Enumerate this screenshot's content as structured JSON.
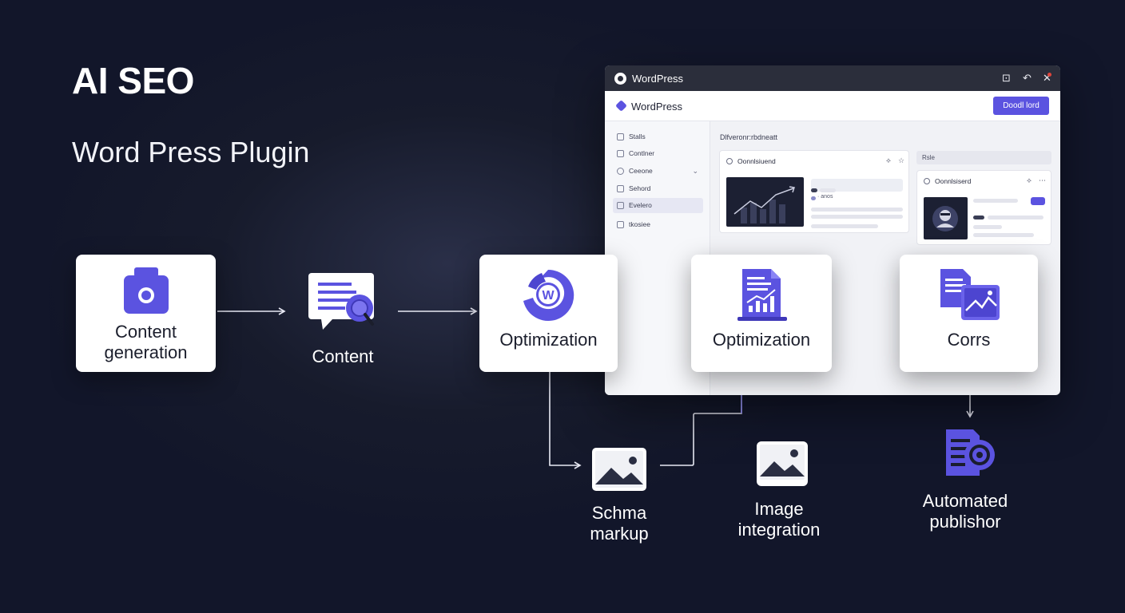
{
  "header": {
    "title": "AI SEO",
    "subtitle": "Word Press Plugin"
  },
  "wordpress_window": {
    "titlebar_title": "WordPress",
    "header_title": "WordPress",
    "header_button": "Doodl lord",
    "sidebar_items": [
      {
        "label": "Stalls",
        "active": false
      },
      {
        "label": "Contlner",
        "active": false
      },
      {
        "label": "Ceeone",
        "active": false,
        "has_chevron": true
      },
      {
        "label": "Sehord",
        "active": false
      },
      {
        "label": "Evelero",
        "active": true
      },
      {
        "label": "tkosiee",
        "active": false
      }
    ],
    "main_heading": "Dlfveronr:rbdneatt",
    "card_one_title": "Oonnlsiuend",
    "card_one_row_text": "· anos",
    "side_label": "Rsle",
    "card_two_title": "Oonnlsiserd",
    "chevron_glyph": "⌄",
    "control_glyphs": [
      "⊡",
      "↶",
      "✕"
    ],
    "card_action_glyphs": [
      "⟡",
      "☆",
      "⟡",
      "⋯"
    ]
  },
  "flow": {
    "steps": [
      {
        "label": "Content\ngeneration",
        "icon": "camera-icon"
      },
      {
        "label": "Content",
        "icon": "chat-search-icon"
      },
      {
        "label": "Optimization",
        "icon": "wordpress-icon"
      },
      {
        "label": "Optimization",
        "icon": "chart-report-icon"
      },
      {
        "label": "Corrs",
        "icon": "documents-image-icon"
      }
    ],
    "outputs": [
      {
        "label": "Schma\nmarkup",
        "icon": "image-icon"
      },
      {
        "label": "Image\nintegration",
        "icon": "image-icon"
      },
      {
        "label": "Automated\npublishor",
        "icon": "publish-target-icon"
      }
    ]
  },
  "colors": {
    "background": "#12162a",
    "accent": "#5b53e0",
    "connector": "#8f8df0",
    "card": "#ffffff"
  }
}
